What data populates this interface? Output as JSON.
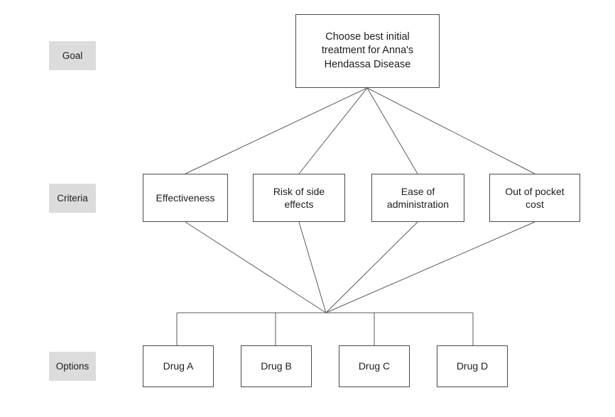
{
  "diagram": {
    "title": "Choose best initial treatment for Anna's Hendassa Disease",
    "type": "decision-hierarchy",
    "background_color": "#ffffff",
    "box_border_color": "#4a4a4a",
    "edge_color": "#5a5a5a",
    "tag_background_color": "#dcdcdc",
    "row_tags": [
      {
        "id": "goal",
        "label": "Goal"
      },
      {
        "id": "criteria",
        "label": "Criteria"
      },
      {
        "id": "options",
        "label": "Options"
      }
    ],
    "goal": {
      "label": "Choose best initial\ntreatment for Anna's\nHendassa Disease"
    },
    "criteria": [
      {
        "label": "Effectiveness"
      },
      {
        "label": "Risk of side\neffects"
      },
      {
        "label": "Ease of\nadministration"
      },
      {
        "label": "Out of pocket\ncost"
      }
    ],
    "options": [
      {
        "label": "Drug A"
      },
      {
        "label": "Drug B"
      },
      {
        "label": "Drug C"
      },
      {
        "label": "Drug D"
      }
    ]
  }
}
